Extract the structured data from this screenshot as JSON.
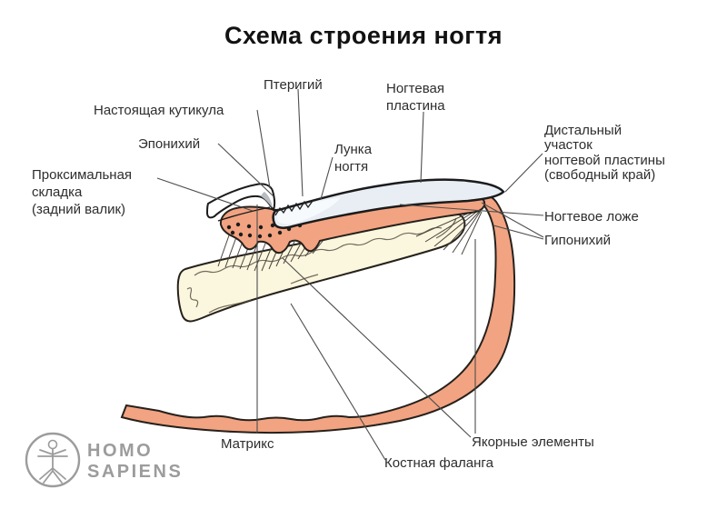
{
  "title": "Схема строения ногтя",
  "labels": {
    "pterygium": "Птеригий",
    "nail_plate": "Ногтевая\nпластина",
    "true_cuticle": "Настоящая кутикула",
    "eponychium": "Эпонихий",
    "proximal_fold": "Проксимальная\nскладка\n(задний валик)",
    "lunula": "Лунка\nногтя",
    "distal_free_edge": "Дистальный\nучасток\nногтевой пластины\n(свободный край)",
    "nail_bed": "Ногтевое ложе",
    "hyponychium": "Гипонихий",
    "matrix": "Матрикс",
    "bone_phalanx": "Костная фаланга",
    "anchor_elements": "Якорные элементы"
  },
  "logo": {
    "line1": "HOMO",
    "line2": "SAPIENS"
  },
  "colors": {
    "background": "#FFFFFF",
    "skin": "#F2A381",
    "nail_plate": "#E8EEF4",
    "lunula": "#F7FAFC",
    "bone": "#FBF6DE",
    "cuticle_shade": "#B9BDC2",
    "outline": "#26211C",
    "leader": "#4D4D4D",
    "text": "#2D2D2D",
    "logo": "#9C9C9C"
  }
}
